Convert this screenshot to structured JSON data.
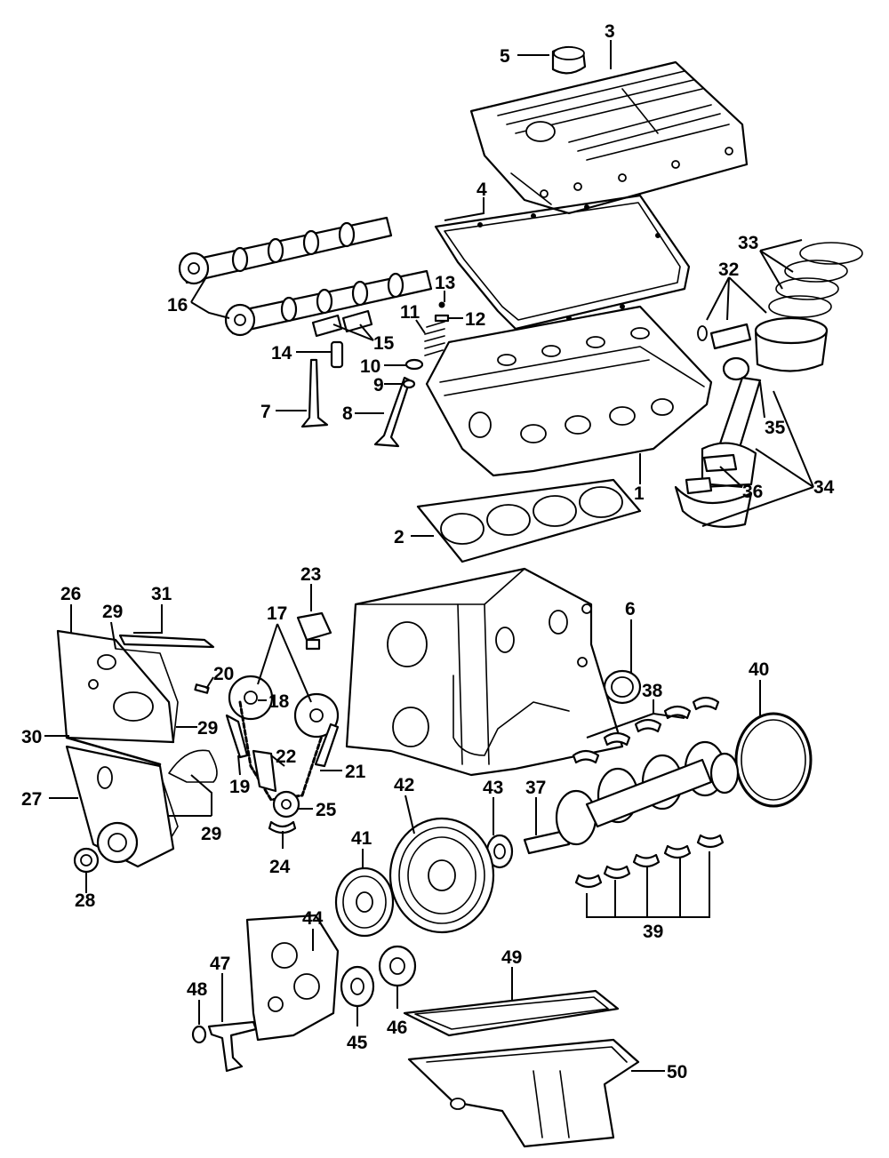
{
  "callouts": [
    {
      "id": "p3",
      "text": "3"
    },
    {
      "id": "p5",
      "text": "5"
    },
    {
      "id": "p4",
      "text": "4"
    },
    {
      "id": "p33",
      "text": "33"
    },
    {
      "id": "p32",
      "text": "32"
    },
    {
      "id": "p13",
      "text": "13"
    },
    {
      "id": "p12",
      "text": "12"
    },
    {
      "id": "p11",
      "text": "11"
    },
    {
      "id": "p16",
      "text": "16"
    },
    {
      "id": "p15",
      "text": "15"
    },
    {
      "id": "p14",
      "text": "14"
    },
    {
      "id": "p10",
      "text": "10"
    },
    {
      "id": "p9",
      "text": "9"
    },
    {
      "id": "p7",
      "text": "7"
    },
    {
      "id": "p8",
      "text": "8"
    },
    {
      "id": "p35",
      "text": "35"
    },
    {
      "id": "p1",
      "text": "1"
    },
    {
      "id": "p36",
      "text": "36"
    },
    {
      "id": "p34",
      "text": "34"
    },
    {
      "id": "p2",
      "text": "2"
    },
    {
      "id": "p23",
      "text": "23"
    },
    {
      "id": "p26",
      "text": "26"
    },
    {
      "id": "p31",
      "text": "31"
    },
    {
      "id": "p29a",
      "text": "29"
    },
    {
      "id": "p17",
      "text": "17"
    },
    {
      "id": "p6",
      "text": "6"
    },
    {
      "id": "p20",
      "text": "20"
    },
    {
      "id": "p18",
      "text": "18"
    },
    {
      "id": "p29b",
      "text": "29"
    },
    {
      "id": "p40",
      "text": "40"
    },
    {
      "id": "p38",
      "text": "38"
    },
    {
      "id": "p30",
      "text": "30"
    },
    {
      "id": "p22",
      "text": "22"
    },
    {
      "id": "p21",
      "text": "21"
    },
    {
      "id": "p19",
      "text": "19"
    },
    {
      "id": "p27",
      "text": "27"
    },
    {
      "id": "p42",
      "text": "42"
    },
    {
      "id": "p43",
      "text": "43"
    },
    {
      "id": "p37",
      "text": "37"
    },
    {
      "id": "p25",
      "text": "25"
    },
    {
      "id": "p41",
      "text": "41"
    },
    {
      "id": "p29c",
      "text": "29"
    },
    {
      "id": "p24",
      "text": "24"
    },
    {
      "id": "p28",
      "text": "28"
    },
    {
      "id": "p39",
      "text": "39"
    },
    {
      "id": "p44",
      "text": "44"
    },
    {
      "id": "p49",
      "text": "49"
    },
    {
      "id": "p47",
      "text": "47"
    },
    {
      "id": "p48",
      "text": "48"
    },
    {
      "id": "p45",
      "text": "45"
    },
    {
      "id": "p46",
      "text": "46"
    },
    {
      "id": "p50",
      "text": "50"
    }
  ]
}
